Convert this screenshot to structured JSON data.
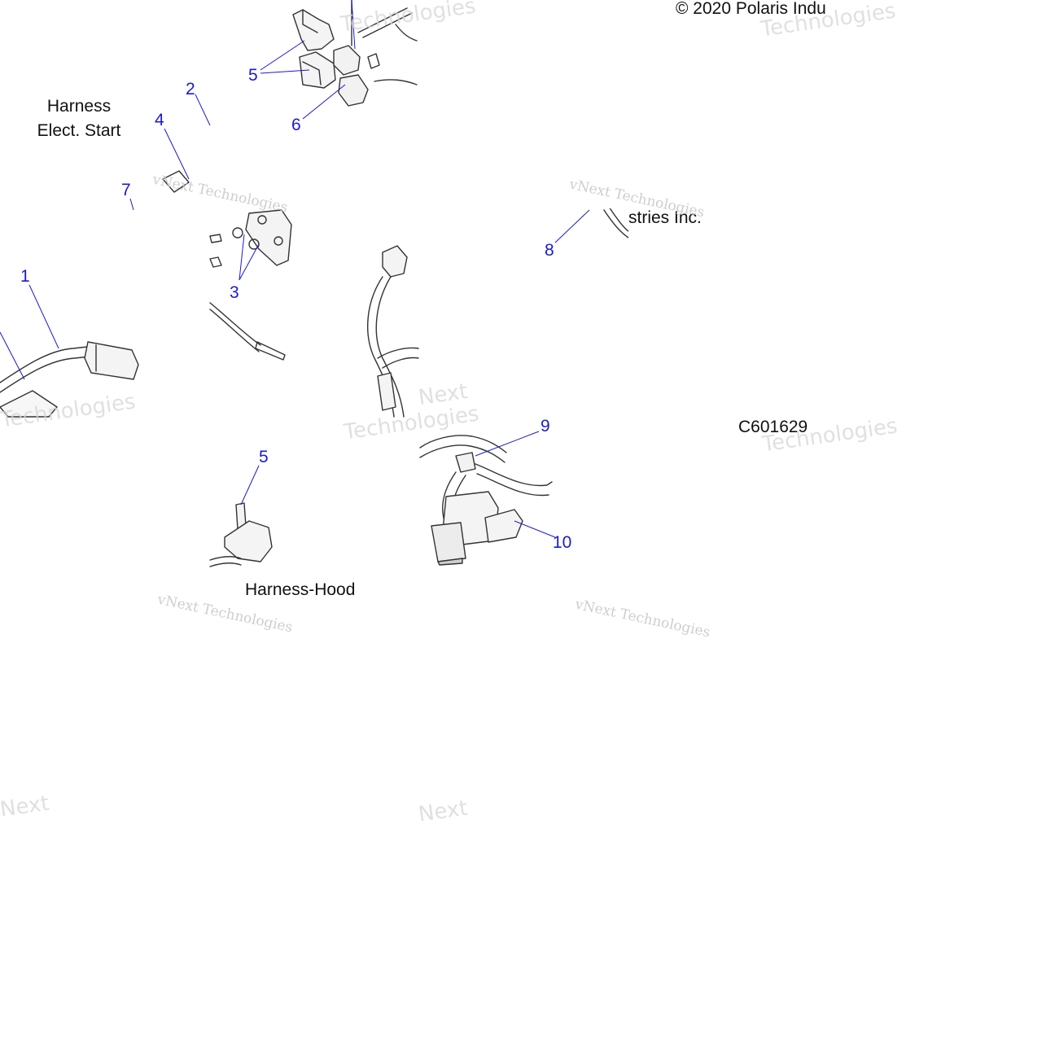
{
  "copyright": "© 2020 Polaris Indu",
  "copyright_tail": "stries Inc.",
  "part_code_1": "C601629",
  "part_code_2": "C601629",
  "titles": {
    "harness_elect_start_line1": "Harness",
    "harness_elect_start_line2": "Elect. Start",
    "harness_hood": "Harness-Hood"
  },
  "callouts": {
    "c1": "1",
    "c2": "2",
    "c3": "3",
    "c4": "4",
    "c5a": "5",
    "c5b": "5",
    "c6": "6",
    "c7": "7",
    "c8": "8",
    "c9": "9",
    "c10": "10"
  },
  "watermarks": {
    "vnext": "vNext Technologies",
    "tech": "Technologies",
    "next": "Next"
  },
  "colors": {
    "callout": "#1a1ad0",
    "line_art": "#333333",
    "watermark": "#c9c9c9"
  }
}
